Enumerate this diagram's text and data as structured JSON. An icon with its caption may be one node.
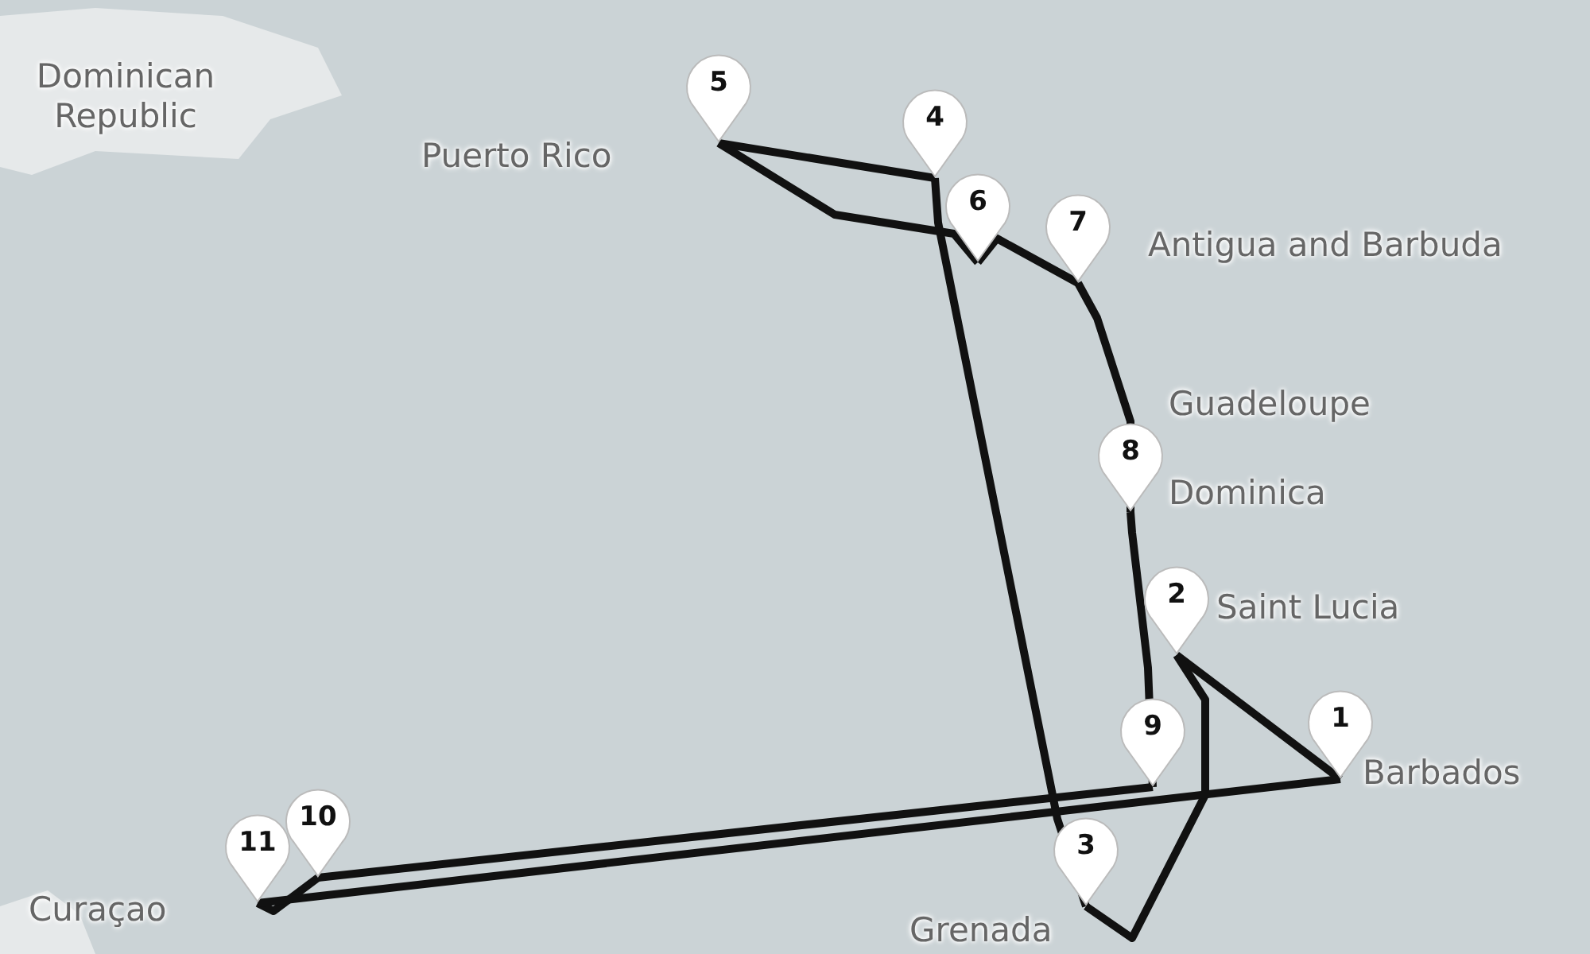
{
  "diagram": {
    "nodes": [
      {
        "text": [
          "1"
        ]
      },
      {
        "text": [
          "2"
        ]
      },
      {
        "text": [
          "3"
        ]
      },
      {
        "text": [
          "4"
        ]
      },
      {
        "text": [
          "5"
        ]
      },
      {
        "text": [
          "6"
        ]
      },
      {
        "text": [
          "7"
        ]
      },
      {
        "text": [
          "8"
        ]
      },
      {
        "text": [
          "9"
        ]
      },
      {
        "text": [
          "10"
        ]
      },
      {
        "text": [
          "11"
        ]
      }
    ],
    "edges": [
      {
        "from": 0,
        "to": 1,
        "arrow": "none"
      },
      {
        "from": 1,
        "to": 2,
        "arrow": "none"
      },
      {
        "from": 2,
        "to": 3,
        "arrow": "none"
      },
      {
        "from": 3,
        "to": 4,
        "arrow": "none"
      },
      {
        "from": 4,
        "to": 5,
        "arrow": "none"
      },
      {
        "from": 5,
        "to": 6,
        "arrow": "none"
      },
      {
        "from": 6,
        "to": 7,
        "arrow": "none"
      },
      {
        "from": 7,
        "to": 8,
        "arrow": "none"
      },
      {
        "from": 8,
        "to": 9,
        "arrow": "none"
      },
      {
        "from": 9,
        "to": 10,
        "arrow": "none"
      },
      {
        "from": 10,
        "to": 0,
        "arrow": "none"
      }
    ],
    "labels": [
      "Dominican Republic",
      "Puerto Rico",
      "Antigua and Barbuda",
      "Guadeloupe",
      "Dominica",
      "Saint Lucia",
      "Barbados",
      "Grenada",
      "Curaçao"
    ]
  }
}
